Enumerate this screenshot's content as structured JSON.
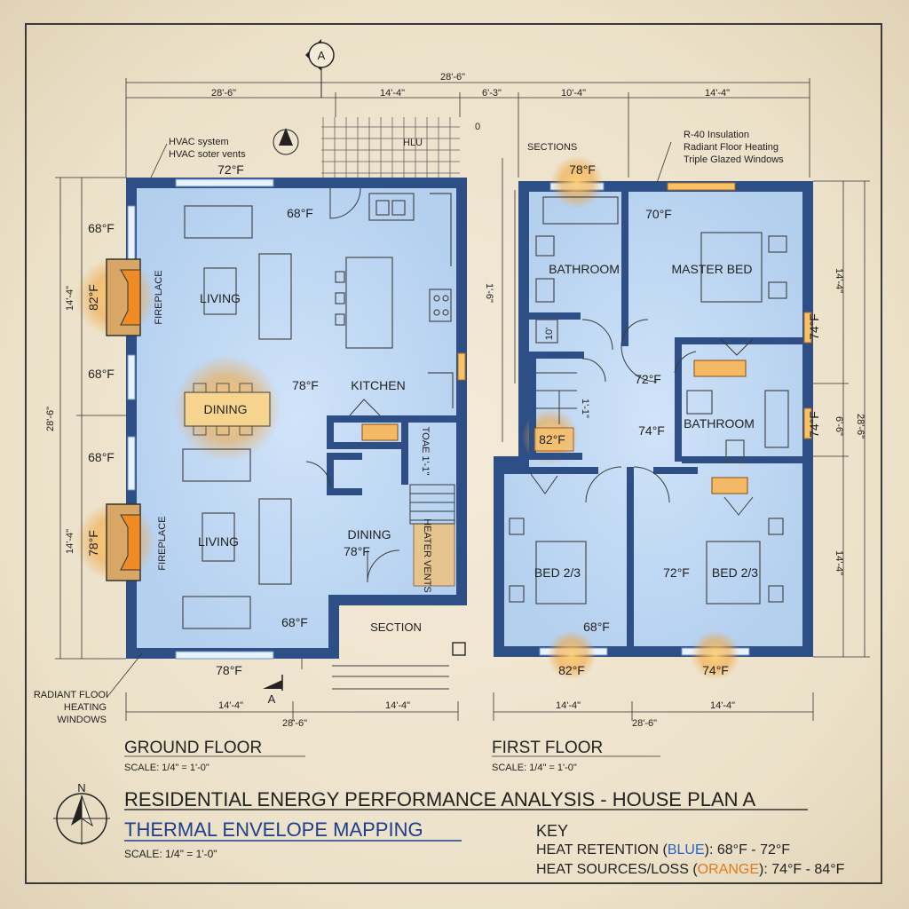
{
  "north_label": "N",
  "section_marker": "A",
  "section_marker_bottom": "A",
  "dims": {
    "top_overall": "28'-6\"",
    "top_seg1": "28'-6\"",
    "top_seg2": "14'-4\"",
    "top_seg3": "6'-3\"",
    "top_seg4": "10'-4\"",
    "top_seg5": "14'-4\"",
    "left_upper": "14'-4\"",
    "left_overall": "28'-6\"",
    "left_lower": "14'-4\"",
    "right_upper": "14'-4\"",
    "right_mid": "6'-6\"",
    "right_overall": "28'-6\"",
    "right_lower": "14'-4\"",
    "mid_vertical": "1'-6\"",
    "small_zero": "0",
    "gf_bottom_left": "14'-4\"",
    "gf_bottom_right": "14'-4\"",
    "gf_bottom_overall": "28'-6\"",
    "ff_bottom_left": "14'-4\"",
    "ff_bottom_right": "14'-4\"",
    "ff_bottom_overall": "28'-6\""
  },
  "annotations": {
    "hvac1": "HVAC system",
    "hvac2": "HVAC soter vents",
    "hlu": "HLU",
    "sections": "SECTIONS",
    "r40": "R-40 Insulation",
    "radiant": "Radiant Floor Heating",
    "triple": "Triple Glazed Windows",
    "radiant_floor": "RADIANT FLOOI",
    "heating": "HEATING",
    "windows": "WINDOWS",
    "section": "SECTION",
    "heater_vents": "HEATER VENTS",
    "stair_note": "TOAE 1'-1\"",
    "stair_note2": "1'-1\"",
    "toilet_label": "10'"
  },
  "ground_floor": {
    "label": "GROUND FLOOR",
    "scale": "SCALE: 1/4\" = 1'-0\"",
    "rooms": {
      "living_upper": "LIVING",
      "living_lower": "LIVING",
      "fireplace_upper": "FIREPLACE",
      "fireplace_lower": "FIREPLACE",
      "dining_upper": "DINING",
      "kitchen": "KITCHEN",
      "dining_lower": "DINING"
    },
    "temps": {
      "top_window": "72°F",
      "left_top": "68°F",
      "fireplace_upper": "82°F",
      "left_mid": "68°F",
      "left_lower": "68°F",
      "fireplace_lower": "78°F",
      "living_center": "68°F",
      "dining_center": "78°F",
      "dining_lower": "78°F",
      "bottom_center": "68°F",
      "bottom_window": "78°F"
    }
  },
  "first_floor": {
    "label": "FIRST FLOOR",
    "scale": "SCALE: 1/4\" = 1'-0\"",
    "rooms": {
      "bathroom_left": "BATHROOM",
      "master": "MASTER BED",
      "bathroom_right": "BATHROOM",
      "bed_left": "BED 2/3",
      "bed_right": "BED 2/3"
    },
    "temps": {
      "top_window": "78°F",
      "master": "70°F",
      "right_upper": "74°F",
      "hall_upper": "72°F",
      "hall_lower": "74°F",
      "stair": "82°F",
      "right_lower": "74°F",
      "bed_right": "72°F",
      "bed_left": "68°F",
      "bottom_left": "82°F",
      "bottom_right": "74°F"
    }
  },
  "title": "RESIDENTIAL ENERGY PERFORMANCE ANALYSIS - HOUSE PLAN A",
  "subtitle": "THERMAL ENVELOPE MAPPING",
  "title_scale": "SCALE: 1/4\" = 1'-0\"",
  "key": {
    "heading": "KEY",
    "retention_prefix": "HEAT RETENTION (",
    "retention_word": "BLUE",
    "retention_suffix": "): 68°F - 72°F",
    "sources_prefix": "HEAT SOURCES/LOSS (",
    "sources_word": "ORANGE",
    "sources_suffix": "): 74°F - 84°F"
  },
  "colors": {
    "paper": "#efe6d2",
    "wall": "#2e4f86",
    "cool": "#a9ccf4",
    "warm": "#f2a43a",
    "title_blue": "#1f3e8c",
    "key_blue": "#2a63c8",
    "key_orange": "#e07a1c"
  }
}
